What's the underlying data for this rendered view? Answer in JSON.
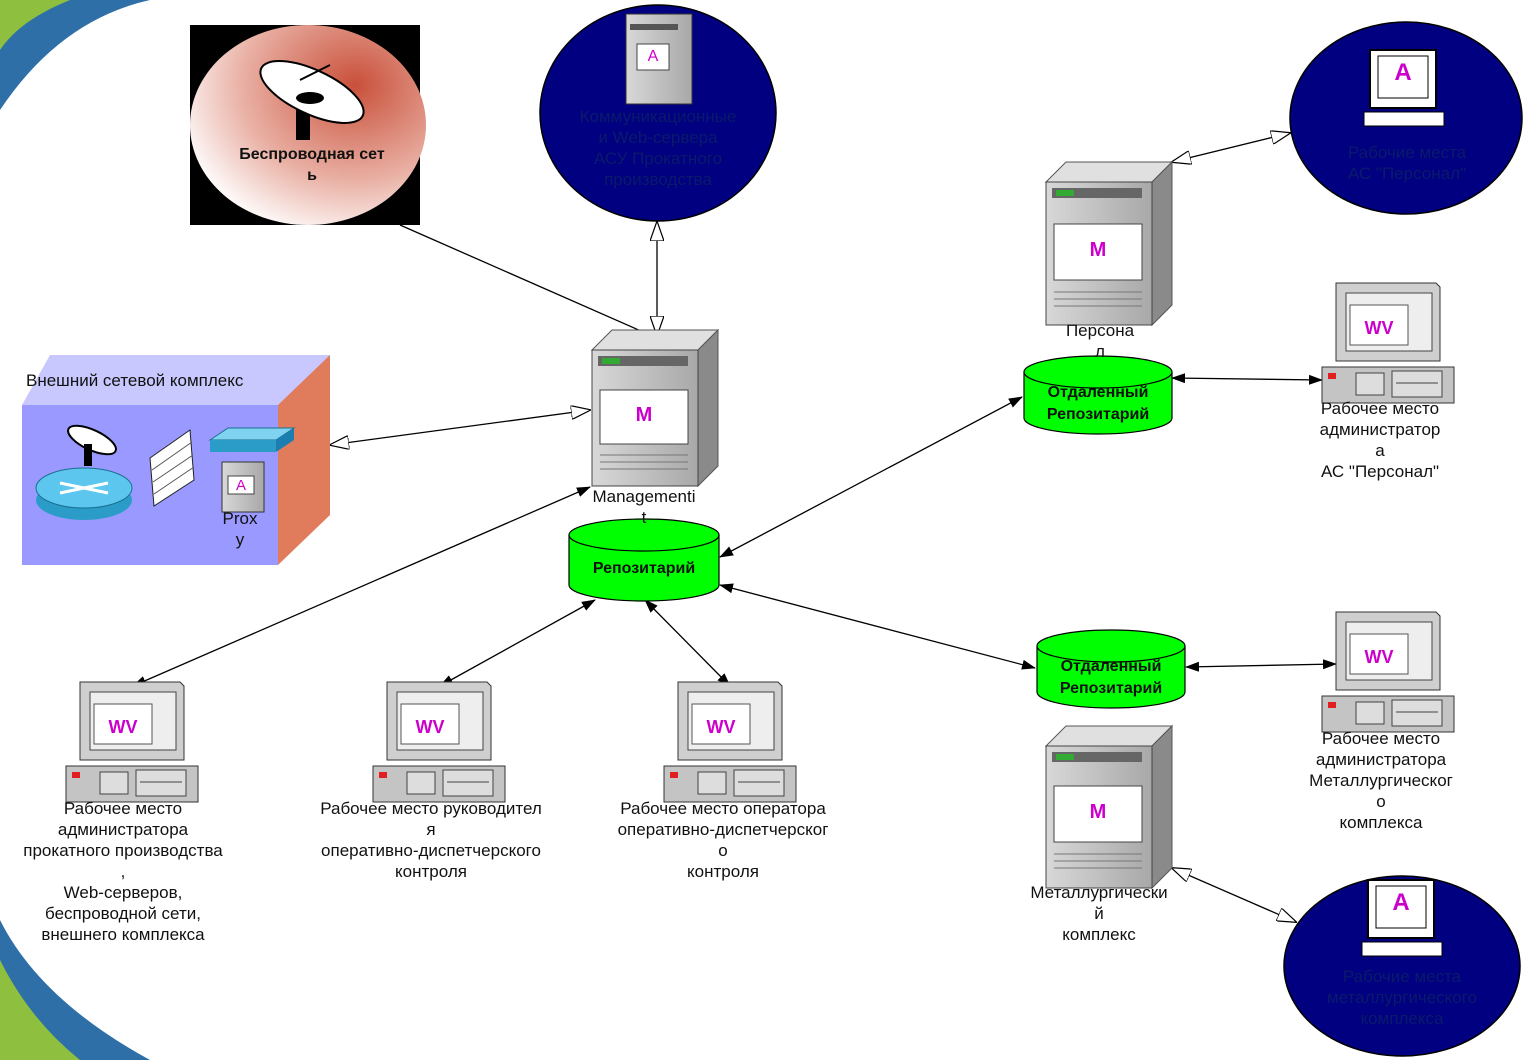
{
  "labels": {
    "wireless": "Беспроводная сет\nь",
    "comm_servers": "Коммуникационные\nи Web-сервера\nАСУ Прокатного\nпроизводства",
    "external_complex": "Внешний сетевой комплекс",
    "proxy": "Prox\ny",
    "management": "Managementi\nt",
    "repository": "Репозитарий",
    "remote_repo_top": "Отдаленный\nРепозитарий",
    "remote_repo_bottom": "Отдаленный\nРепозитарий",
    "personnel_server": "Персона\nл",
    "metal_server": "Металлургически\nй\nкомплекс",
    "personnel_workplaces": "Рабочие места\nАС \"Персонал\"",
    "metal_workplaces": "Рабочие места\nметаллургического\nкомплекса",
    "admin_personnel": "Рабочее место\nадминистратор\nа\nАС \"Персонал\"",
    "admin_metal": "Рабочее место\nадминистратора\nМеталлургическог\nо\nкомплекса",
    "admin_rolling": "Рабочее место\nадминистратора\nпрокатного производства\n,\nWeb-серверов,\nбеспроводной сети,\nвнешнего комплекса",
    "head_dispatch": "Рабочее место руководител\nя\nоперативно-диспетчерского\nконтроля",
    "operator_dispatch": "Рабочее место оператора\nоперативно-диспетчерског\nо\nконтроля"
  },
  "badges": {
    "server_m": "M",
    "workstation_wv": "WV",
    "monitor_a": "A"
  },
  "colors": {
    "navy": "#000080",
    "green": "#00ff00",
    "magenta": "#cc00cc",
    "box_front": "#9999ff",
    "box_side": "#e07c5c"
  }
}
